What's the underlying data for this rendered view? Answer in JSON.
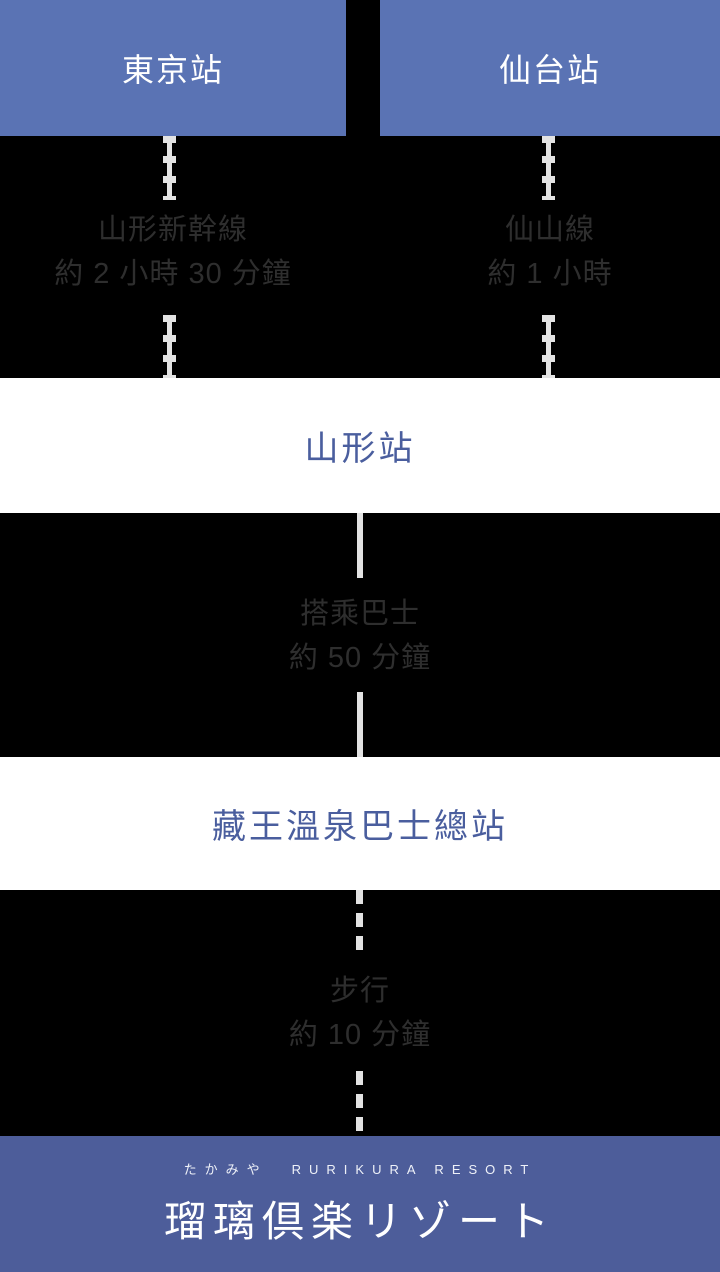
{
  "colors": {
    "background": "#000000",
    "header_box": "#5a73b4",
    "footer_box": "#4d5d9a",
    "node_box": "#ffffff",
    "station_text": "#ffffff",
    "node_text": "#4a5e9e",
    "leg_text": "#2e2e2e",
    "line": "#e3e3e3"
  },
  "header": {
    "stations": [
      {
        "label": "東京站"
      },
      {
        "label": "仙台站"
      }
    ]
  },
  "legs": {
    "left_rail": {
      "name": "山形新幹線",
      "duration": "約 2 小時 30 分鐘"
    },
    "right_rail": {
      "name": "仙山線",
      "duration": "約 1 小時"
    },
    "bus": {
      "name": "搭乘巴士",
      "duration": "約 50 分鐘"
    },
    "walk": {
      "name": "步行",
      "duration": "約 10 分鐘"
    }
  },
  "nodes": {
    "yamagata_station": "山形站",
    "bus_terminal": "藏王溫泉巴士總站"
  },
  "footer": {
    "caption_furigana": "たかみや",
    "caption_en": "RURIKURA RESORT",
    "logo_text": "瑠璃倶楽リゾート"
  }
}
